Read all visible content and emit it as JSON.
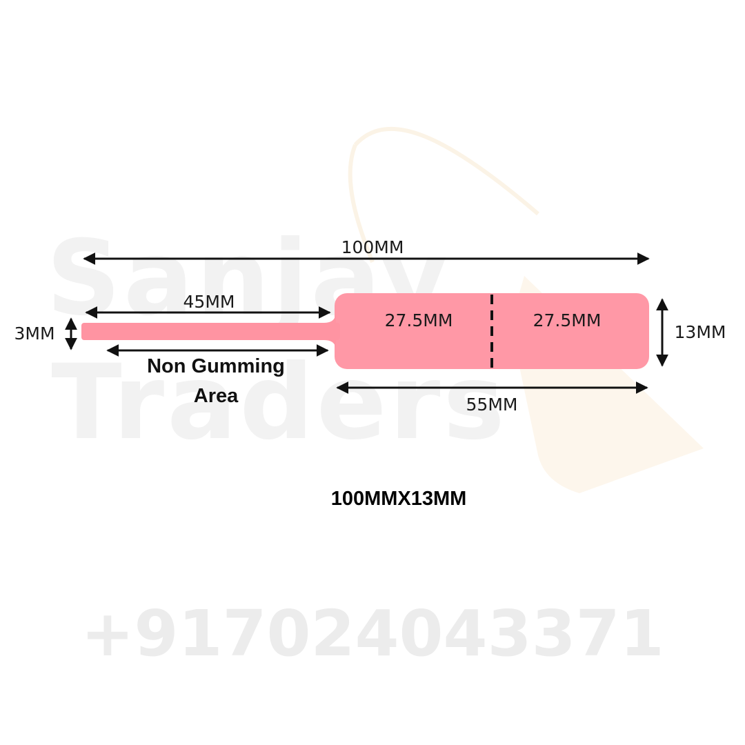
{
  "colors": {
    "label_fill": "#ff94a2",
    "arrow": "#111111",
    "watermark": "#eeeeee",
    "tag_watermark": "#fbf3e6"
  },
  "watermark": {
    "line1": "Sanjay",
    "line2": "Traders",
    "phone": "+917024043371"
  },
  "dimensions": {
    "total_length": "100MM",
    "non_gumming_length": "45MM",
    "strip_height": "3MM",
    "segment_left": "27.5MM",
    "segment_right": "27.5MM",
    "label_height": "13MM",
    "gumming_length": "55MM"
  },
  "non_gumming_label": {
    "line1": "Non Gumming",
    "line2": "Area"
  },
  "size_title": "100MMX13MM"
}
